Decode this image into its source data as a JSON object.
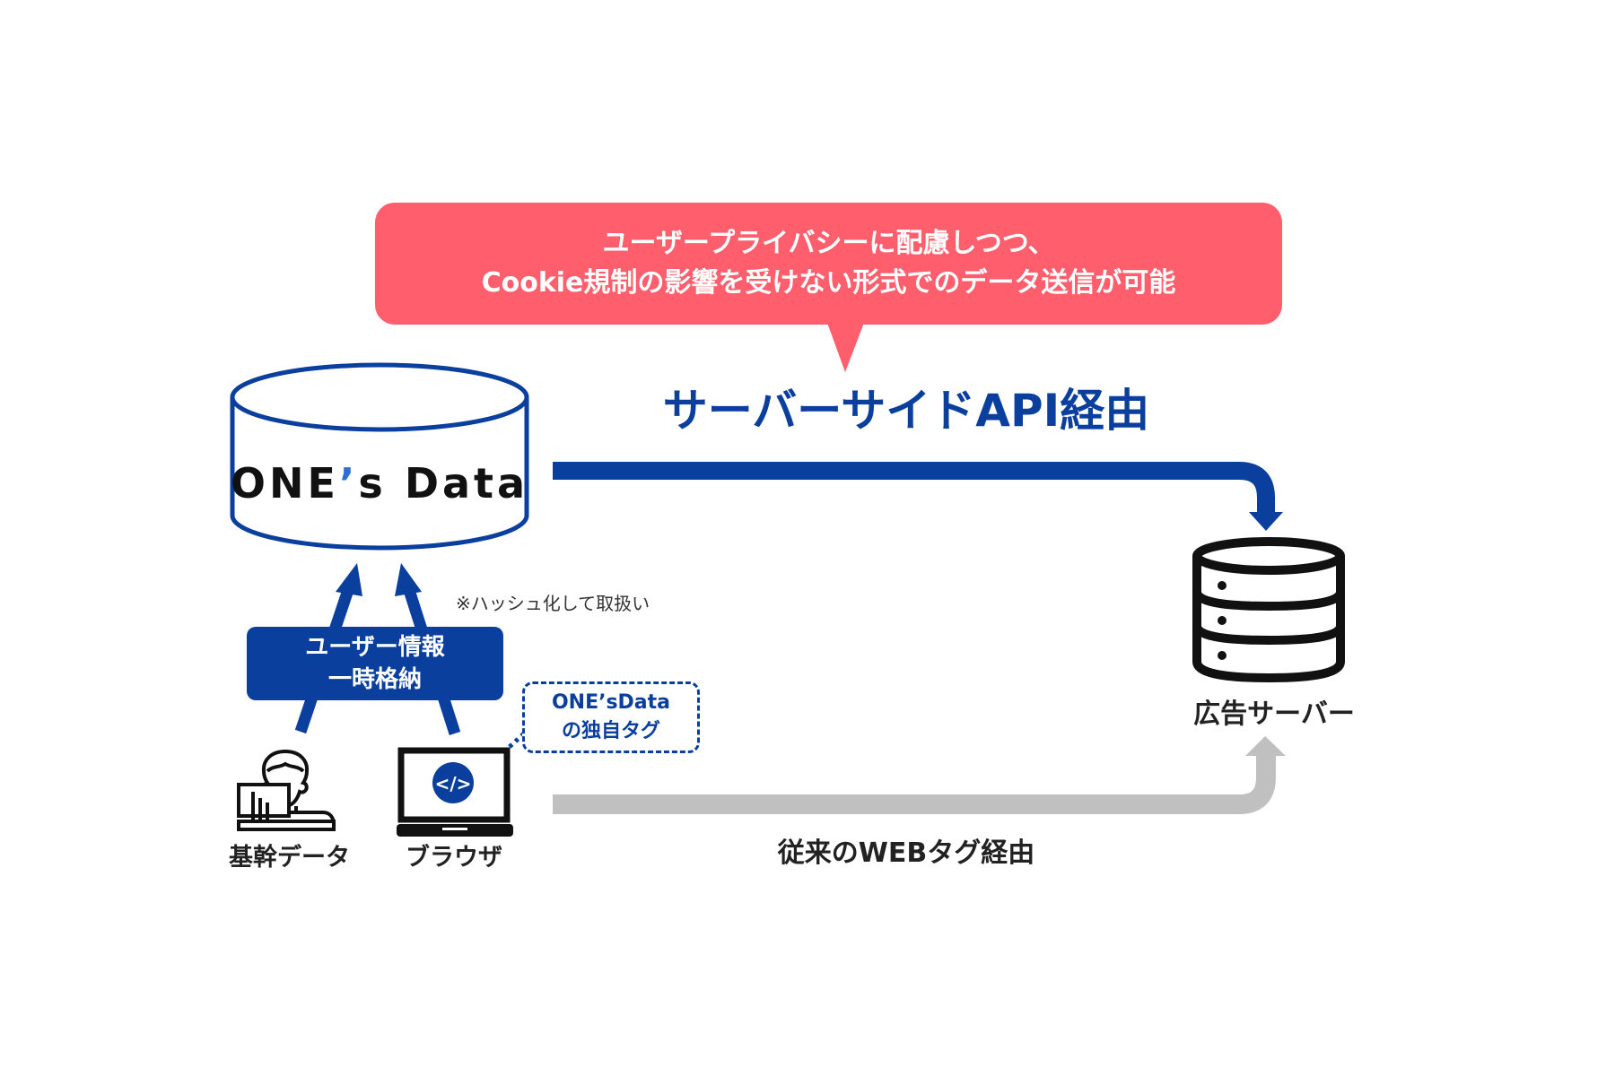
{
  "callout": {
    "line1": "ユーザープライバシーに配慮しつつ、",
    "line2": "Cookie規制の影響を受けない形式でのデータ送信が可能",
    "color": "#ff5e6c"
  },
  "api_route": {
    "label": "サーバーサイドAPI経由",
    "color": "#0a3f9e"
  },
  "database": {
    "name_part1": "ONE",
    "name_apostrophe": "’",
    "name_part2": "s Data"
  },
  "note": "※ハッシュ化して取扱い",
  "storage_box": {
    "line1": "ユーザー情報",
    "line2": "一時格納"
  },
  "tag_box": {
    "line1": "ONE’sData",
    "line2": "の独自タグ"
  },
  "sources": [
    {
      "label": "基幹データ",
      "icon": "person-computer-icon"
    },
    {
      "label": "ブラウザ",
      "icon": "laptop-code-icon"
    }
  ],
  "server": {
    "label": "広告サーバー",
    "icon": "server-stack-icon"
  },
  "web_route": {
    "label": "従来のWEBタグ経由",
    "color": "#c0c0c0"
  }
}
